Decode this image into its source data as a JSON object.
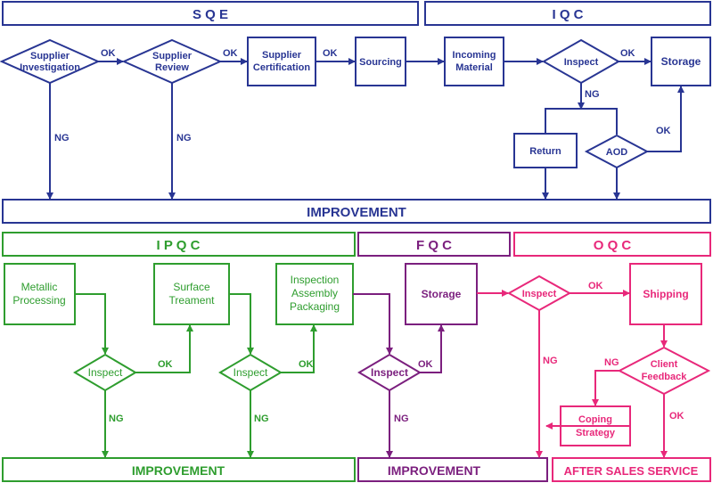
{
  "colors": {
    "navy": "#283593",
    "green": "#2e9d2e",
    "purple": "#7b1f7e",
    "pink": "#e8287a"
  },
  "sections": {
    "sqe": "S Q E",
    "iqc": "I Q C",
    "ipqc": "I P Q C",
    "fqc": "F Q C",
    "oqc": "O Q C"
  },
  "top": {
    "supplier_investigation": [
      "Supplier",
      "Investigation"
    ],
    "supplier_review": [
      "Supplier",
      "Review"
    ],
    "supplier_certification": [
      "Supplier",
      "Certification"
    ],
    "sourcing": "Sourcing",
    "incoming_material": [
      "Incoming",
      "Material"
    ],
    "inspect": "Inspect",
    "storage": "Storage",
    "return": "Return",
    "aod": "AOD",
    "improvement": "IMPROVEMENT"
  },
  "ipqc": {
    "metallic_processing": [
      "Metallic",
      "Processing"
    ],
    "surface_treament": [
      "Surface",
      "Treament"
    ],
    "inspection_assembly_packaging": [
      "Inspection",
      "Assembly",
      "Packaging"
    ],
    "inspect1": "Inspect",
    "inspect2": "Inspect",
    "improvement": "IMPROVEMENT"
  },
  "fqc": {
    "storage": "Storage",
    "inspect": "Inspect",
    "improvement": "IMPROVEMENT"
  },
  "oqc": {
    "inspect": "Inspect",
    "shipping": "Shipping",
    "client_feedback": [
      "Client",
      "Feedback"
    ],
    "coping_strategy": [
      "Coping",
      "Strategy"
    ],
    "after_sales": "AFTER SALES SERVICE"
  },
  "edge_labels": {
    "ok": "OK",
    "ng": "NG"
  }
}
